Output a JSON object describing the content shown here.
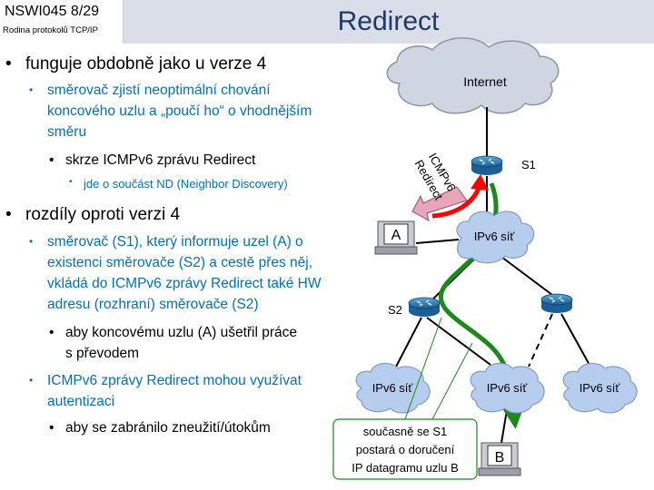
{
  "header": {
    "course_code": "NSWI045  8/29",
    "course_name": "Rodina protokolů TCP/IP",
    "title": "Redirect"
  },
  "bullets": {
    "l1a": "funguje obdobně jako u verze 4",
    "l2a_1": "směrovač zjistí neoptimální chování",
    "l2a_2": "koncového uzlu a „poučí ho“ o vhodnějším",
    "l2a_3": "směru",
    "l3a": "skrze ICMPv6 zprávu Redirect",
    "l4a": "jde o součást ND (Neighbor Discovery)",
    "l1b": "rozdíly oproti verzi 4",
    "l2b_1": "směrovač (S1), který informuje uzel (A) o",
    "l2b_2": "existenci směrovače (S2) a cestě přes něj,",
    "l2b_3": "vkládá do ICMPv6 zprávy Redirect také HW",
    "l2b_4": "adresu (rozhraní) směrovače (S2)",
    "l3b_1": "aby koncovému uzlu (A) ušetřil práce",
    "l3b_2": "s převodem",
    "l2c_1": "ICMPv6 zprávy Redirect mohou využívat",
    "l2c_2": "autentizaci",
    "l3c": "aby se zabránilo zneužití/útokům"
  },
  "diagram": {
    "internet": "Internet",
    "s1": "S1",
    "s2": "S2",
    "cloud_center": "IPv6 síť",
    "cloud_left": "IPv6 síť",
    "cloud_mid": "IPv6 síť",
    "cloud_right": "IPv6 síť",
    "host_a": "A",
    "host_b": "B",
    "icmp_line1": "ICMPv6",
    "icmp_line2": "Redirect",
    "callout_1": "současně se S1",
    "callout_2": "postará o doručení",
    "callout_3": "IP datagramu uzlu B",
    "colors": {
      "router": "#1f7ab8",
      "cloud": "#b7cdee",
      "arrow_red": "#ff0000",
      "path_green": "#1a8a1a",
      "title": "#1f3864",
      "accent": "#0070c0"
    }
  }
}
